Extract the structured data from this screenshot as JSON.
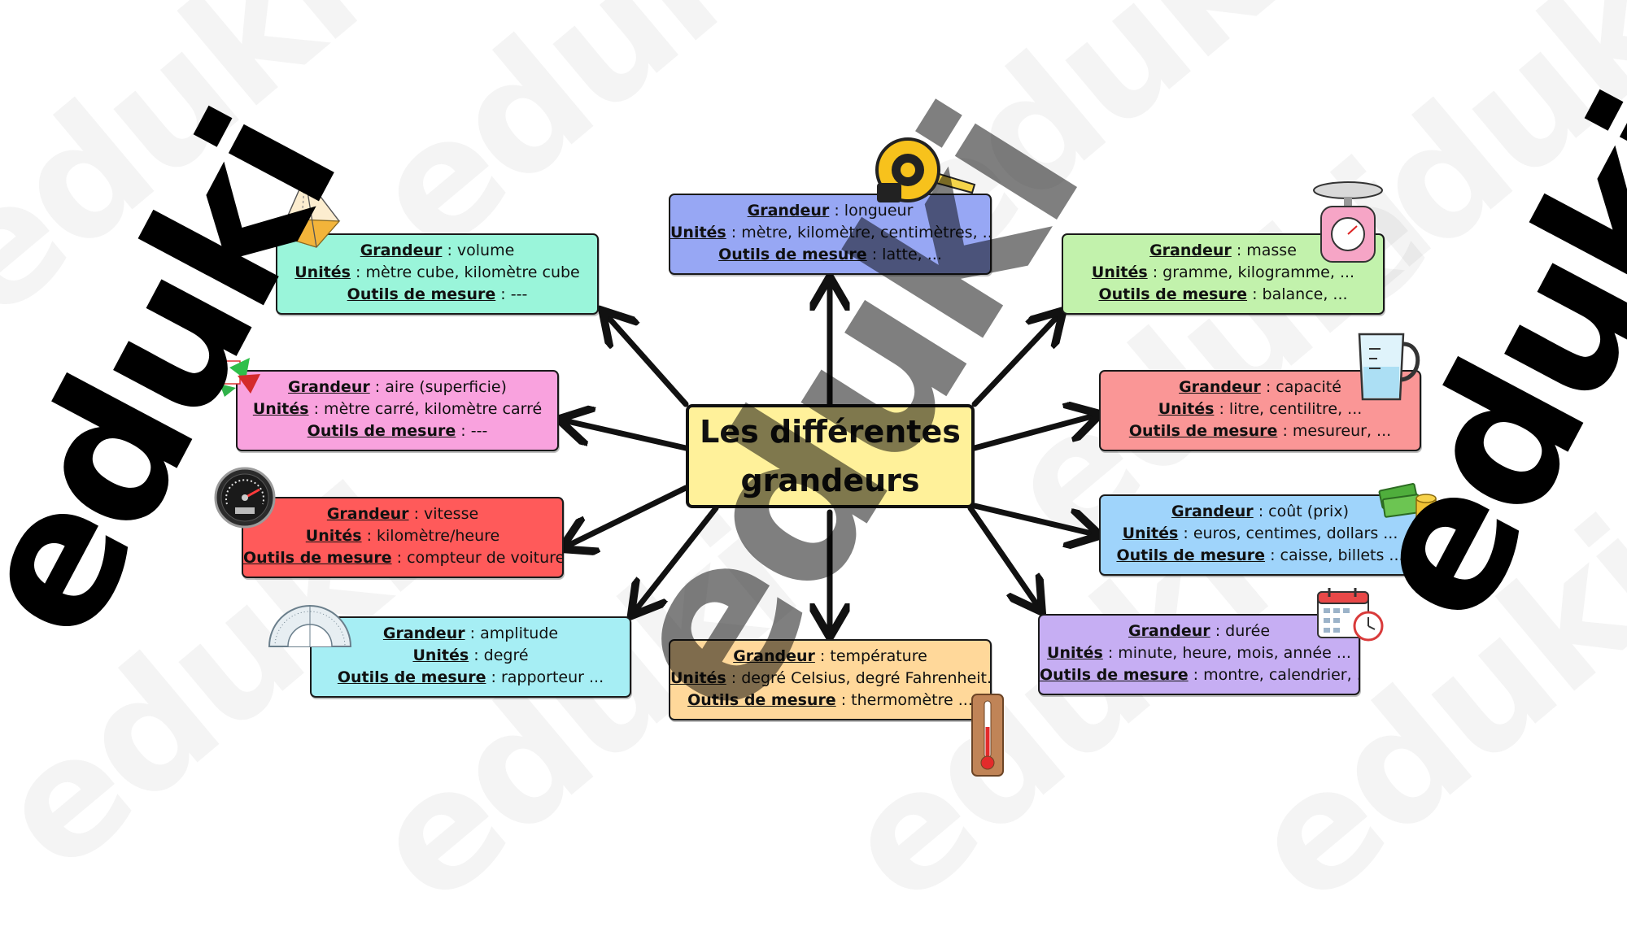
{
  "title": "Les différentes grandeurs",
  "watermark": "eduki",
  "colors": {
    "center": "#fff19a",
    "volume": "#9af5da",
    "aire": "#f9a2de",
    "vitesse": "#ff5a5a",
    "amplitude": "#a6eef4",
    "longueur": "#97a7f4",
    "temperature": "#ffd89a",
    "masse": "#c2f2ac",
    "capacite": "#fa9696",
    "cout": "#9fd4fb",
    "duree": "#c6aef3"
  },
  "cards": {
    "volume": {
      "grandeur_key": "Grandeur",
      "grandeur_val": " : volume",
      "unites_key": "Unités",
      "unites_val": " : mètre cube, kilomètre cube",
      "outils_key": "Outils de mesure",
      "outils_val": " : ---",
      "icon": "pyramid-icon"
    },
    "aire": {
      "grandeur_key": "Grandeur",
      "grandeur_val": " : aire (superficie)",
      "unites_key": "Unités",
      "unites_val": " : mètre carré, kilomètre carré",
      "outils_key": "Outils de mesure",
      "outils_val": " : ---",
      "icon": "area-shapes-icon"
    },
    "vitesse": {
      "grandeur_key": "Grandeur",
      "grandeur_val": " : vitesse",
      "unites_key": "Unités",
      "unites_val": " : kilomètre/heure",
      "outils_key": "Outils de mesure",
      "outils_val": " : compteur de voiture ...",
      "icon": "speedometer-icon"
    },
    "amplitude": {
      "grandeur_key": "Grandeur",
      "grandeur_val": " : amplitude",
      "unites_key": "Unités",
      "unites_val": " : degré",
      "outils_key": "Outils de mesure",
      "outils_val": " : rapporteur ...",
      "icon": "protractor-icon"
    },
    "longueur": {
      "grandeur_key": "Grandeur",
      "grandeur_val": " : longueur",
      "unites_key": "Unités",
      "unites_val": " : mètre, kilomètre, centimètres, ...",
      "outils_key": "Outils de mesure",
      "outils_val": " : latte, ...",
      "icon": "tape-measure-icon"
    },
    "temperature": {
      "grandeur_key": "Grandeur",
      "grandeur_val": " : température",
      "unites_key": "Unités",
      "unites_val": " : degré Celsius, degré Fahrenheit...",
      "outils_key": "Outils de mesure",
      "outils_val": " : thermomètre ...",
      "icon": "thermometer-icon"
    },
    "masse": {
      "grandeur_key": "Grandeur",
      "grandeur_val": " : masse",
      "unites_key": "Unités",
      "unites_val": " : gramme, kilogramme, ...",
      "outils_key": "Outils de mesure",
      "outils_val": " : balance, ...",
      "icon": "scale-icon"
    },
    "capacite": {
      "grandeur_key": "Grandeur",
      "grandeur_val": " : capacité",
      "unites_key": "Unités",
      "unites_val": " : litre, centilitre, ...",
      "outils_key": "Outils de mesure",
      "outils_val": " : mesureur, ...",
      "icon": "measuring-cup-icon"
    },
    "cout": {
      "grandeur_key": "Grandeur",
      "grandeur_val": " : coût (prix)",
      "unites_key": "Unités",
      "unites_val": " : euros, centimes, dollars ...",
      "outils_key": "Outils de mesure",
      "outils_val": " : caisse, billets ...",
      "icon": "money-icon"
    },
    "duree": {
      "grandeur_key": "Grandeur",
      "grandeur_val": " : durée",
      "unites_key": "Unités",
      "unites_val": " : minute, heure, mois, année ...",
      "outils_key": "Outils de mesure",
      "outils_val": " : montre, calendrier, ...",
      "icon": "calendar-clock-icon"
    }
  }
}
